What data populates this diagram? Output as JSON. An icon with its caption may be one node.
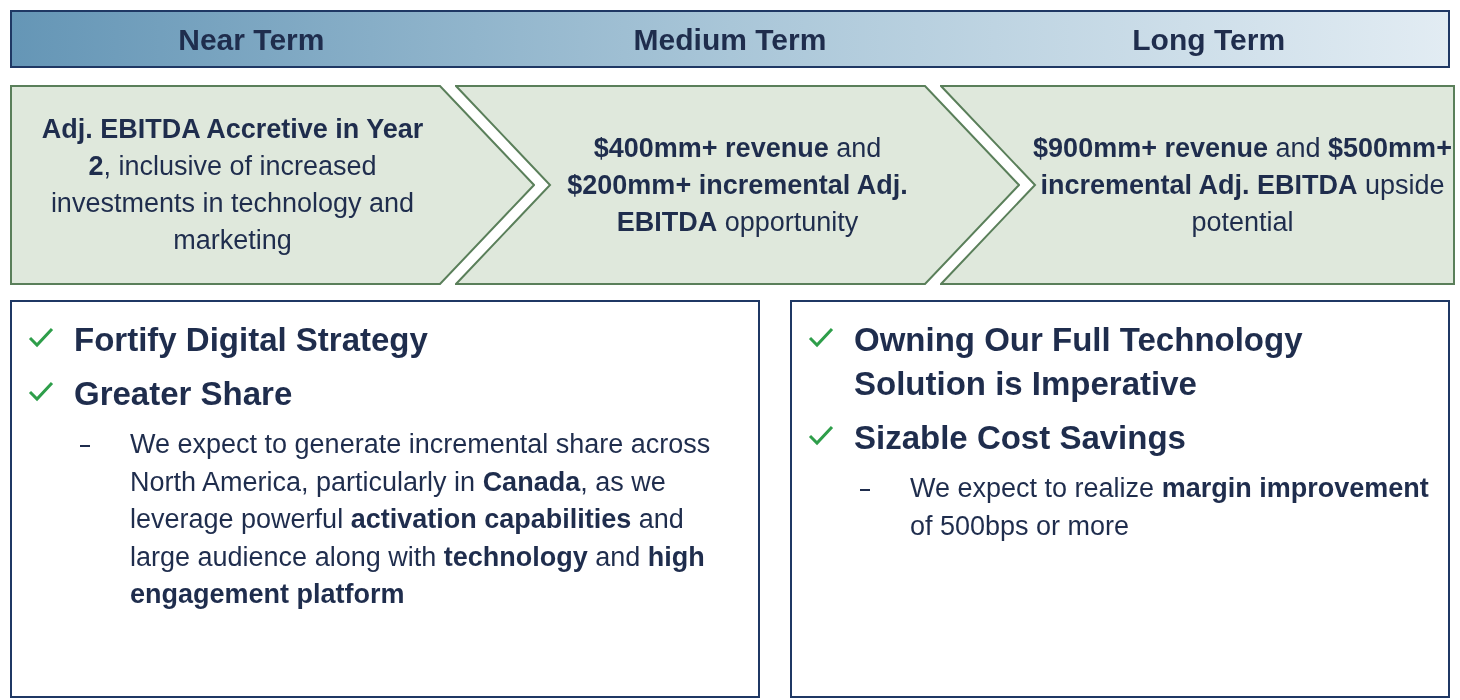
{
  "diagram": {
    "nodes": [
      {
        "text": [
          "Near Term",
          "Medium Term",
          "Long Term"
        ]
      },
      {
        "text": [
          "**Adj. EBITDA Accretive in Year 2**, inclusive of increased investments in technology and marketing"
        ]
      },
      {
        "text": [
          "**$400mm+ revenue** and **$200mm+ incremental Adj. EBITDA** opportunity"
        ]
      },
      {
        "text": [
          "**$900mm+ revenue** and **$500mm+ incremental Adj. EBITDA** upside potential"
        ]
      },
      {
        "text": [
          "Fortify Digital Strategy",
          "Greater Share",
          "We expect to generate incremental share across North America, particularly in **Canada**, as we leverage powerful **activation capabilities** and large audience along with **technology** and **high engagement platform**"
        ]
      },
      {
        "text": [
          "Owning Our Full Technology Solution is Imperative",
          "Sizable Cost Savings",
          "We expect to realize **margin improvement** of 500bps or more"
        ]
      }
    ]
  }
}
